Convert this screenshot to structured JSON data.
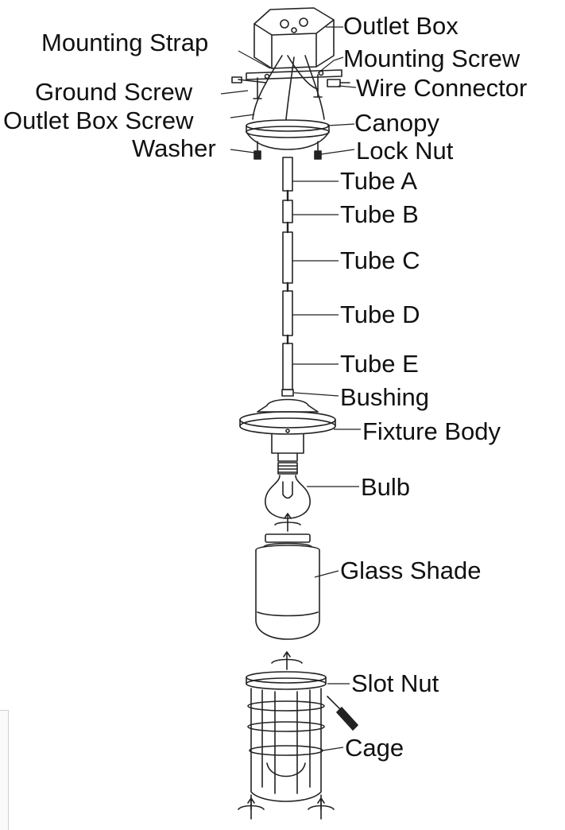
{
  "labels": {
    "outlet_box": "Outlet Box",
    "mounting_strap": "Mounting Strap",
    "mounting_screw": "Mounting Screw",
    "ground_screw": "Ground Screw",
    "wire_connector": "Wire Connector",
    "outlet_box_screw": "Outlet Box Screw",
    "canopy": "Canopy",
    "washer": "Washer",
    "lock_nut": "Lock Nut",
    "tube_a": "Tube A",
    "tube_b": "Tube B",
    "tube_c": "Tube C",
    "tube_d": "Tube D",
    "tube_e": "Tube E",
    "bushing": "Bushing",
    "fixture_body": "Fixture Body",
    "bulb": "Bulb",
    "glass_shade": "Glass Shade",
    "slot_nut": "Slot Nut",
    "cage": "Cage"
  }
}
